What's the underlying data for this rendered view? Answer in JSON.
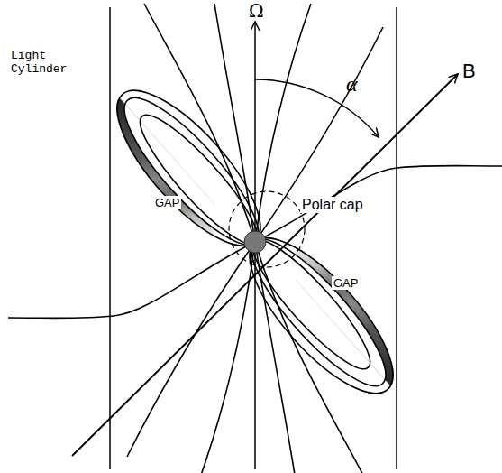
{
  "diagram": {
    "labels": [
      "Light Cylinder",
      "Ω",
      "α",
      "B",
      "Polar cap",
      "GAP",
      "GAP"
    ]
  }
}
